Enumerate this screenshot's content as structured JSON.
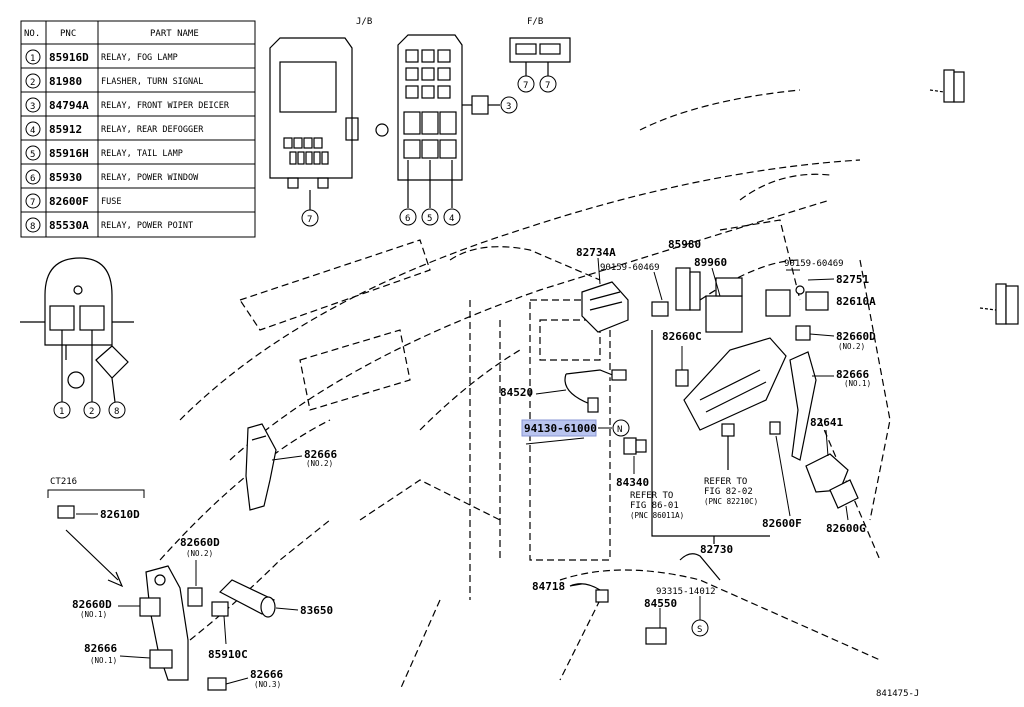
{
  "table": {
    "headers": {
      "no": "NO.",
      "pnc": "PNC",
      "name": "PART NAME"
    },
    "rows": [
      {
        "no": "1",
        "pnc": "85916D",
        "name": "RELAY, FOG LAMP"
      },
      {
        "no": "2",
        "pnc": "81980",
        "name": "FLASHER, TURN SIGNAL"
      },
      {
        "no": "3",
        "pnc": "84794A",
        "name": "RELAY, FRONT WIPER DEICER"
      },
      {
        "no": "4",
        "pnc": "85912",
        "name": "RELAY, REAR DEFOGGER"
      },
      {
        "no": "5",
        "pnc": "85916H",
        "name": "RELAY, TAIL LAMP"
      },
      {
        "no": "6",
        "pnc": "85930",
        "name": "RELAY, POWER WINDOW"
      },
      {
        "no": "7",
        "pnc": "82600F",
        "name": "FUSE"
      },
      {
        "no": "8",
        "pnc": "85530A",
        "name": "RELAY, POWER POINT"
      }
    ]
  },
  "boxes": {
    "jb": "J/B",
    "fb": "F/B"
  },
  "callouts": {
    "jb7": "7",
    "jb6": "6",
    "jb5": "5",
    "jb4": "4",
    "jb3": "3",
    "fb7a": "7",
    "fb7b": "7",
    "l1": "1",
    "l2": "2",
    "l8": "8",
    "n": "N",
    "s": "S"
  },
  "labels": {
    "p82734A": "82734A",
    "p90159a": "90159-60469",
    "p85980": "85980",
    "p89960": "89960",
    "p90159b": "90159-60469",
    "p82751": "82751",
    "p82610A": "82610A",
    "p82660C": "82660C",
    "p82660D_r": "82660D",
    "p82660D_r_sub": "(NO.2)",
    "p82666_r": "82666",
    "p82666_r_sub": "(NO.1)",
    "p84520": "84520",
    "p94130": "94130-61000",
    "p82641": "82641",
    "p84340": "84340",
    "p82600F": "82600F",
    "p82600G": "82600G",
    "p82730": "82730",
    "p82666_m": "82666",
    "p82666_m_sub": "(NO.2)",
    "ct216": "CT216",
    "p82610D": "82610D",
    "p82660D_b": "82660D",
    "p82660D_b_sub": "(NO.2)",
    "p82660D_l": "82660D",
    "p82660D_l_sub": "(NO.1)",
    "p83650": "83650",
    "p82666_l": "82666",
    "p82666_l_sub": "(NO.1)",
    "p85910C": "85910C",
    "p82666_b": "82666",
    "p82666_b_sub": "(NO.3)",
    "p84718": "84718",
    "p84550": "84550",
    "p93315": "93315-14012",
    "refer_a_1": "REFER TO",
    "refer_a_2": "FIG 86-01",
    "refer_a_3": "(PNC 86011A)",
    "refer_b_1": "REFER TO",
    "refer_b_2": "FIG 82-02",
    "refer_b_3": "(PNC 82210C)",
    "figure_id": "841475-J"
  }
}
